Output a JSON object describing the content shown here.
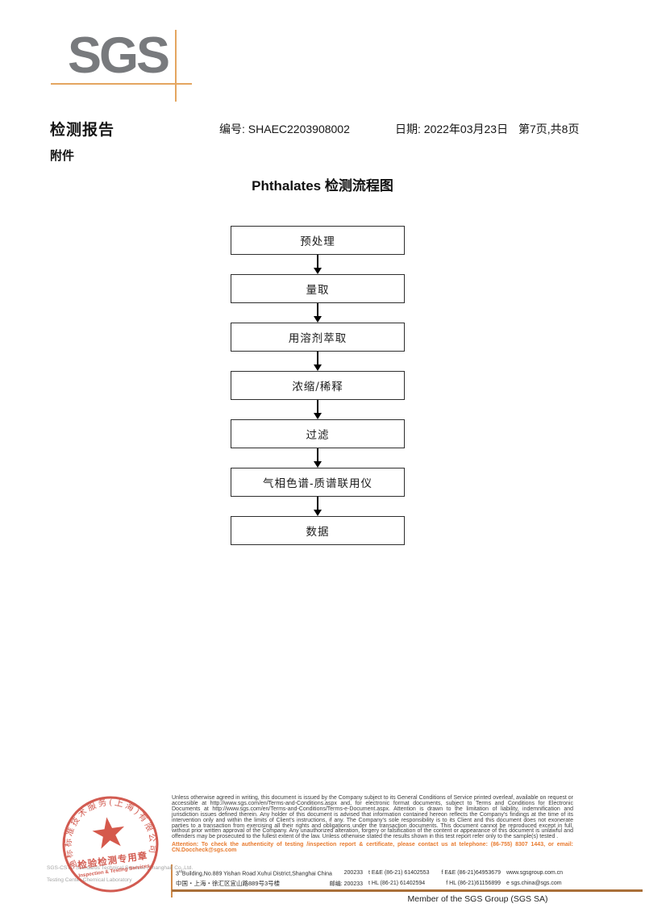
{
  "logo": {
    "text": "SGS"
  },
  "header": {
    "title": "检测报告",
    "report_no_label": "编号:",
    "report_no": "SHAEC2203908002",
    "date_label": "日期:",
    "date_value": "2022年03月23日",
    "page_info": "第7页,共8页",
    "attachment_label": "附件"
  },
  "flowchart": {
    "title": "Phthalates 检测流程图",
    "steps": [
      "预处理",
      "量取",
      "用溶剂萃取",
      "浓缩/稀释",
      "过滤",
      "气相色谱-质谱联用仪",
      "数据"
    ]
  },
  "stamp": {
    "ring_text": "通标标准技术服务(上海)有限公司",
    "center_cn": "检验检测专用章",
    "center_en": "Inspection & Testing Services",
    "company_en_line1": "SGS-CSTC Standards Technical Services (Shanghai) Co.,Ltd.",
    "company_en_line2": "Testing Center-Chemical Laboratory"
  },
  "footer": {
    "disclaimer": "Unless otherwise agreed in writing, this document is issued by the Company subject to its General Conditions of Service printed overleaf, available on request or accessible at http://www.sgs.com/en/Terms-and-Conditions.aspx and, for electronic format documents, subject to Terms and Conditions for Electronic Documents at http://www.sgs.com/en/Terms-and-Conditions/Terms-e-Document.aspx. Attention is drawn to the limitation of liability, indemnification and jurisdiction issues defined therein. Any holder of this document is advised that information contained hereon reflects the Company's findings at the time of its intervention only and within the limits of Client's instructions, if any. The Company's sole responsibility is to its Client and this document does not exonerate parties to a transaction from exercising all their rights and obligations under the transaction documents. This document cannot be reproduced except in full, without prior written approval of the Company. Any unauthorized alteration, forgery or falsification of the content or appearance of this document is unlawful and offenders may be prosecuted to the fullest extent of the law. Unless otherwise stated the results shown in this test report refer only to the sample(s) tested .",
    "attention": "Attention: To check the authenticity of testing /inspection report & certificate, please contact us at telephone: (86-755) 8307 1443, or email: CN.Doccheck@sgs.com",
    "address": {
      "en_prefix": "3",
      "en_sup": "rd",
      "en_rest": "Building,No.889 Yishan Road Xuhui District,Shanghai China",
      "en_postcode": "200233",
      "cn": "中国・上海・徐汇区宜山路889号3号楼",
      "cn_postcode_label": "邮编:",
      "cn_postcode": "200233"
    },
    "contacts": {
      "tel1": "t E&E (86-21) 61402553",
      "fax1": "f E&E (86-21)64953679",
      "tel2": "t HL (86-21) 61402594",
      "fax2": "f HL (86-21)61156899",
      "web": "www.sgsgroup.com.cn",
      "email": "e  sgs.china@sgs.com"
    },
    "member": "Member of the SGS Group (SGS SA)"
  },
  "colors": {
    "logo_gray": "#787a7d",
    "accent_orange": "#e4a660",
    "rule_brown": "#a96f38",
    "attention_orange": "#e87a2e",
    "stamp_red": "#c9382b"
  }
}
